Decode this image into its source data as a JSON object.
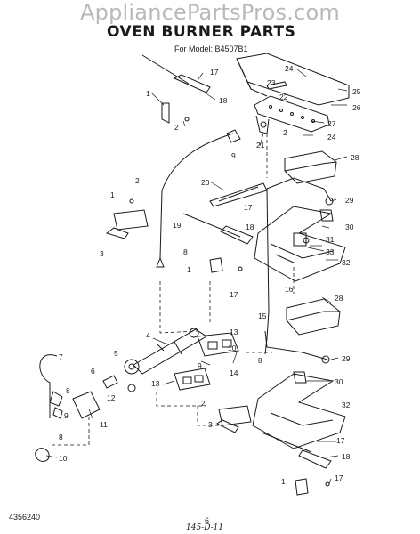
{
  "watermark": "AppliancePartsPros.com",
  "title": "OVEN BURNER PARTS",
  "model_line": "For Model: B4507B1",
  "part_numbers": [
    "1",
    "2",
    "3",
    "4",
    "5",
    "6",
    "7",
    "8",
    "9",
    "10",
    "11",
    "12",
    "13",
    "14",
    "15",
    "16",
    "17",
    "18",
    "19",
    "20",
    "21",
    "22",
    "23",
    "24",
    "25",
    "26",
    "27",
    "28",
    "29",
    "30",
    "31",
    "32",
    "33"
  ],
  "footer": {
    "part_code": "4356240",
    "page": "6",
    "handwritten": "145-D-11"
  }
}
